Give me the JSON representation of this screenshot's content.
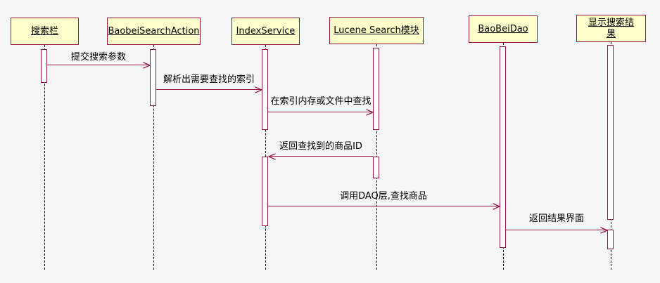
{
  "diagram": {
    "type": "uml-sequence-diagram",
    "colors": {
      "background": "#f6f6f6",
      "participant_fill": "#ffffcc",
      "participant_border": "#961446",
      "message_line": "#961446",
      "lifeline": "#000000",
      "text": "#000000"
    },
    "participants": [
      {
        "name": "搜索栏"
      },
      {
        "name": "BaobeiSearchAction"
      },
      {
        "name": "IndexService"
      },
      {
        "name": "Lucene Search模块"
      },
      {
        "name": "BaoBeiDao"
      },
      {
        "name": "显示搜索结果"
      }
    ],
    "messages": [
      {
        "label": "提交搜索参数",
        "from": "搜索栏",
        "to": "BaobeiSearchAction",
        "direction": "right"
      },
      {
        "label": "解析出需要查找的索引",
        "from": "BaobeiSearchAction",
        "to": "IndexService",
        "direction": "right"
      },
      {
        "label": "在索引内存或文件中查找",
        "from": "IndexService",
        "to": "Lucene Search模块",
        "direction": "right"
      },
      {
        "label": "返回查找到的商品ID",
        "from": "Lucene Search模块",
        "to": "IndexService",
        "direction": "left"
      },
      {
        "label": "调用DAO层,查找商品",
        "from": "IndexService",
        "to": "BaoBeiDao",
        "direction": "right"
      },
      {
        "label": "返回结果界面",
        "from": "BaoBeiDao",
        "to": "显示搜索结果",
        "direction": "right"
      }
    ]
  }
}
